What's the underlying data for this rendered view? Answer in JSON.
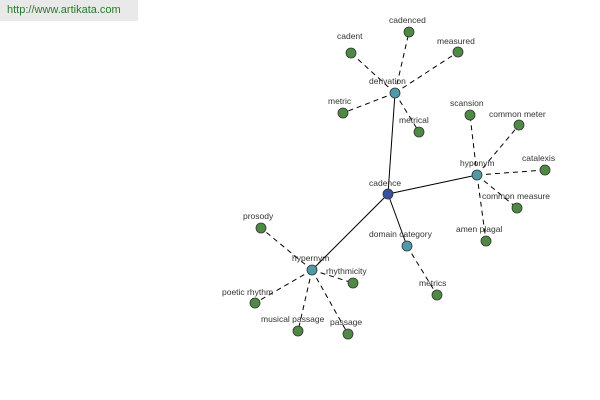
{
  "credit": "http://www.artikata.com",
  "colors": {
    "root": "#3a4fa0",
    "hub": "#4f9aa6",
    "leaf": "#4f8a44",
    "edge": "#000000",
    "credit_text": "#2a7a2a"
  },
  "graph": {
    "root": {
      "id": "cadence",
      "label": "cadence"
    },
    "hubs": [
      {
        "id": "derivation",
        "label": "derivation"
      },
      {
        "id": "hyponym",
        "label": "hyponym"
      },
      {
        "id": "hypernym",
        "label": "hypernym"
      },
      {
        "id": "domain-category",
        "label": "domain category"
      }
    ],
    "leaves": [
      {
        "id": "cadent",
        "label": "cadent",
        "hub": "derivation"
      },
      {
        "id": "cadenced",
        "label": "cadenced",
        "hub": "derivation"
      },
      {
        "id": "measured",
        "label": "measured",
        "hub": "derivation"
      },
      {
        "id": "metric",
        "label": "metric",
        "hub": "derivation"
      },
      {
        "id": "metrical",
        "label": "metrical",
        "hub": "derivation"
      },
      {
        "id": "scansion",
        "label": "scansion",
        "hub": "hyponym"
      },
      {
        "id": "common-meter",
        "label": "common meter",
        "hub": "hyponym"
      },
      {
        "id": "catalexis",
        "label": "catalexis",
        "hub": "hyponym"
      },
      {
        "id": "common-measure",
        "label": "common measure",
        "hub": "hyponym"
      },
      {
        "id": "amen-plagal",
        "label": "amen plagal",
        "hub": "hyponym"
      },
      {
        "id": "prosody",
        "label": "prosody",
        "hub": "hypernym"
      },
      {
        "id": "rhythmicity",
        "label": "rhythmicity",
        "hub": "hypernym"
      },
      {
        "id": "poetic-rhythm",
        "label": "poetic rhythm",
        "hub": "hypernym"
      },
      {
        "id": "musical-passage",
        "label": "musical passage",
        "hub": "hypernym"
      },
      {
        "id": "passage",
        "label": "passage",
        "hub": "hypernym"
      },
      {
        "id": "metrics",
        "label": "metrics",
        "hub": "domain-category"
      }
    ]
  }
}
